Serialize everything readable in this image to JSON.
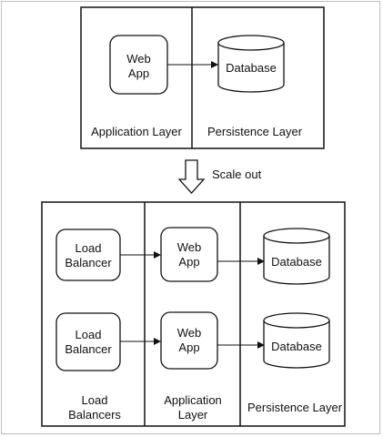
{
  "top": {
    "web_app": {
      "line1": "Web",
      "line2": "App"
    },
    "database": "Database",
    "application_layer_label": "Application Layer",
    "persistence_layer_label": "Persistence Layer"
  },
  "scale_out_label": "Scale out",
  "bottom": {
    "load_balancers": [
      {
        "line1": "Load",
        "line2": "Balancer"
      },
      {
        "line1": "Load",
        "line2": "Balancer"
      }
    ],
    "web_apps": [
      {
        "line1": "Web",
        "line2": "App"
      },
      {
        "line1": "Web",
        "line2": "App"
      }
    ],
    "databases": [
      "Database",
      "Database"
    ],
    "load_balancers_label": {
      "line1": "Load",
      "line2": "Balancers"
    },
    "application_layer_label": {
      "line1": "Application",
      "line2": "Layer"
    },
    "persistence_layer_label": "Persistence Layer"
  }
}
